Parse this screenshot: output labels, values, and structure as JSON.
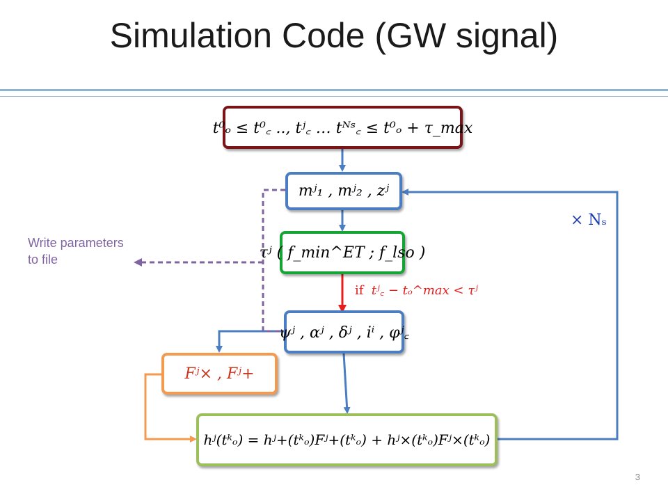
{
  "slide": {
    "title": "Simulation Code (GW signal)",
    "page_number": "3"
  },
  "boxes": {
    "time_window": "t⁰ₒ ≤ t⁰꜀ .., tʲ꜀ … tᴺˢ꜀   ≤ t⁰ₒ + τ_max",
    "masses_redshift": "mʲ₁ , mʲ₂ , zʲ",
    "duration": "τʲ ( f_min^ET ; f_lso )",
    "angles": "ψʲ , αʲ , δʲ , iⁱ , φʲ꜀",
    "antenna_patterns": "Fʲ× , Fʲ+",
    "strain": "hʲ(tᵏₒ) = hʲ+(tᵏₒ)Fʲ+(tᵏₒ) + hʲ×(tᵏₒ)Fʲ×(tᵏₒ)"
  },
  "annotations": {
    "write_note": "Write parameters to file",
    "condition_if": "if",
    "condition_expr": "tʲ꜀ − tₒ^max < τʲ",
    "repeat_label": "× Nₛ"
  },
  "colors": {
    "red_box": "#7b1416",
    "blue_box": "#4a7dc1",
    "green_box": "#15a534",
    "orange_box": "#f39a50",
    "light_green_box": "#9cbf5b",
    "note_purple": "#8064a2",
    "condition_red": "#e41d1d"
  }
}
